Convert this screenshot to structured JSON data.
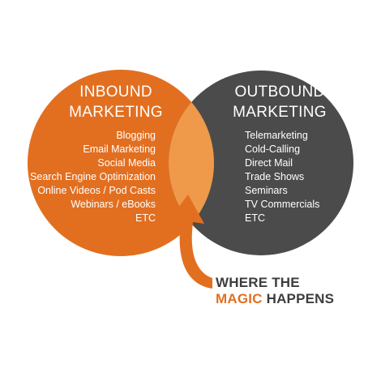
{
  "colors": {
    "inbound": "#e26f20",
    "outbound": "#4b4b4b",
    "overlap": "#ef9a4a",
    "arrow": "#e26f20",
    "magic_text": "#3d3d3d",
    "magic_highlight": "#e26f20"
  },
  "inbound": {
    "title_line1": "INBOUND",
    "title_line2": "MARKETING",
    "items": [
      "Blogging",
      "Email Marketing",
      "Social Media",
      "Search Engine Optimization",
      "Online Videos / Pod Casts",
      "Webinars / eBooks",
      "ETC"
    ]
  },
  "outbound": {
    "title_line1": "OUTBOUND",
    "title_line2": "MARKETING",
    "items": [
      "Telemarketing",
      "Cold-Calling",
      "Direct Mail",
      "Trade Shows",
      "Seminars",
      "TV Commercials",
      "ETC"
    ]
  },
  "magic": {
    "line1": "WHERE THE",
    "highlight": "MAGIC",
    "rest": " HAPPENS"
  },
  "icons": {
    "arrow": "curved-up-arrow-icon"
  }
}
